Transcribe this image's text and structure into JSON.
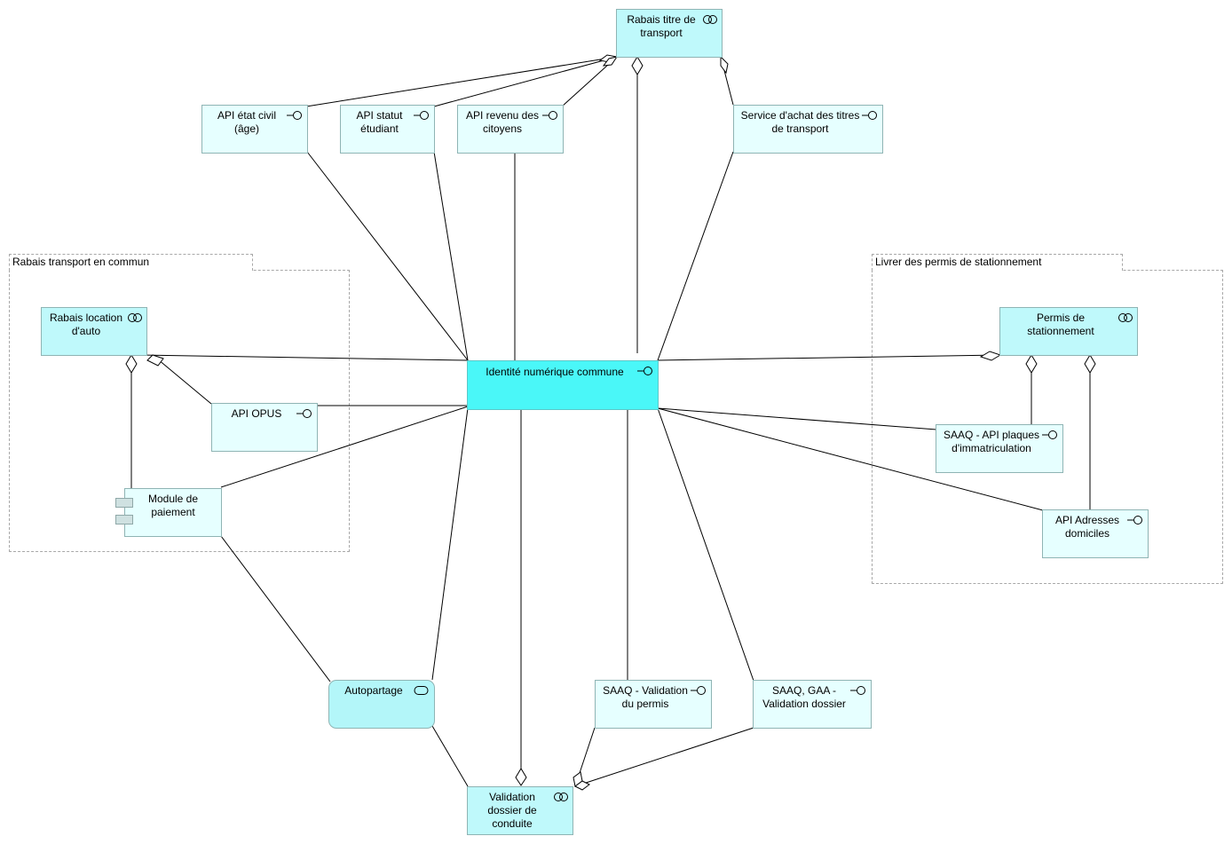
{
  "groups": {
    "left": "Rabais transport en commun",
    "right": "Livrer des permis de stationnement"
  },
  "nodes": {
    "rabais_titre": "Rabais titre de transport",
    "api_etat_civil": "API état civil (âge)",
    "api_statut": "API statut étudiant",
    "api_revenu": "API revenu des citoyens",
    "service_achat": "Service d'achat des titres de transport",
    "rabais_location": "Rabais location d'auto",
    "api_opus": "API OPUS",
    "module_paiement": "Module de paiement",
    "identite": "Identité numérique commune",
    "permis_stationnement": "Permis de stationnement",
    "saaq_plaques": "SAAQ - API plaques d'immatriculation",
    "api_adresses": "API Adresses domiciles",
    "autopartage": "Autopartage",
    "saaq_validation": "SAAQ - Validation du permis",
    "saaq_gaa": "SAAQ, GAA - Validation dossier",
    "validation_dossier": "Validation dossier de conduite"
  },
  "icons": {
    "service": "service-icon",
    "interface": "interface-icon",
    "component": "component-icon",
    "process": "process-icon"
  },
  "colors": {
    "interface_fill": "#e6ffff",
    "service_fill": "#bff9fb",
    "core_fill": "#4af7f8",
    "line": "#000000",
    "group_border": "#a8a8a8"
  }
}
